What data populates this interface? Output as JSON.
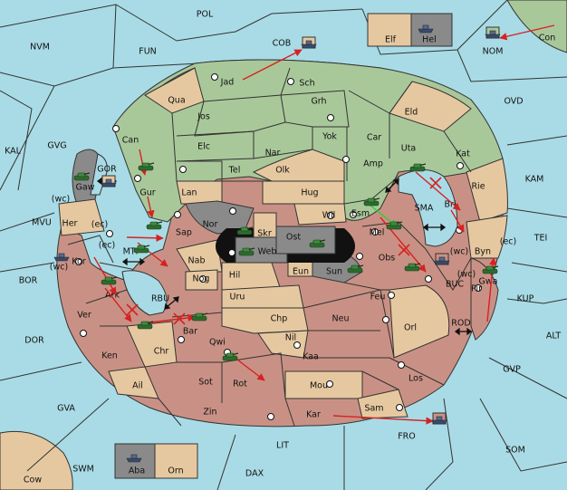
{
  "colors": {
    "sea": "#a9dbe6",
    "land_green": "#a9c89a",
    "land_tan": "#e6c8a0",
    "land_red": "#c99185",
    "neutral_gray": "#8a8a8a",
    "black_sea": "#111111",
    "move_arrow": "#d62222",
    "support_arrow": "#33cc33",
    "sc_dot": "#111111"
  },
  "icons": {
    "army": "tank-icon",
    "fleet": "ship-icon",
    "supply_center": "dot-icon",
    "convoy_route": "double-arrow-icon",
    "failed_order": "red-x-icon"
  },
  "labels": {
    "sea": {
      "pol": "POL",
      "nvm": "NVM",
      "fun": "FUN",
      "cob": "COB",
      "nom": "NOM",
      "con": "Con",
      "ovd": "OVD",
      "kal": "KAL",
      "gvg": "GVG",
      "gor": "GOR",
      "kam": "KAM",
      "sma": "SMA",
      "tei": "TEI",
      "mvu": "MVU",
      "bor": "BOR",
      "mti": "MTI",
      "kup": "KUP",
      "buc": "BUC",
      "rod": "ROD",
      "rbu": "RBU",
      "dor": "DOR",
      "alt": "ALT",
      "gvp": "GVP",
      "gva": "GVA",
      "fro": "FRO",
      "som": "SOM",
      "lit": "LIT",
      "swm": "SWM",
      "dax": "DAX",
      "cow": "Cow"
    },
    "coast_wc_1": "(wc)",
    "coast_wc_2": "(wc)",
    "coast_wc_3": "(wc)",
    "coast_wc_4": "(wc)",
    "coast_ec_1": "(ec)",
    "coast_ec_2": "(ec)",
    "coast_ec_3": "(ec)",
    "land": {
      "elf": "Elf",
      "hel": "Hel",
      "jad": "Jad",
      "sch": "Sch",
      "qua": "Qua",
      "jos": "Jos",
      "grh": "Grh",
      "eld": "Eld",
      "can": "Can",
      "yok": "Yok",
      "car": "Car",
      "uta": "Uta",
      "kat": "Kat",
      "elc": "Elc",
      "nar": "Nar",
      "amp": "Amp",
      "tel": "Tel",
      "olk": "Olk",
      "gaw": "Gaw",
      "gur": "Gur",
      "lan": "Lan",
      "hug": "Hug",
      "rie": "Rie",
      "bri": "Bri",
      "wil": "Wil",
      "esm": "Esm",
      "her": "Her",
      "nor": "Nor",
      "skr": "Skr",
      "ost": "Ost",
      "sap": "Sap",
      "web": "Web",
      "mel": "Mel",
      "byn": "Byn",
      "kor": "Kor",
      "nab": "Nab",
      "eun": "Eun",
      "obs": "Obs",
      "hil": "Hil",
      "sun": "Sun",
      "ark": "Ark",
      "nog": "Nog",
      "pir": "Pir",
      "gwa": "Gwa",
      "uru": "Uru",
      "feu": "Feu",
      "ver": "Ver",
      "chp": "Chp",
      "neu": "Neu",
      "orl": "Orl",
      "bar": "Bar",
      "nil": "Nil",
      "ken": "Ken",
      "chr": "Chr",
      "qwi": "Qwi",
      "kaa": "Kaa",
      "ail": "Ail",
      "sot": "Sot",
      "rot": "Rot",
      "mou": "Mou",
      "los": "Los",
      "zin": "Zin",
      "kar": "Kar",
      "sam": "Sam",
      "aba": "Aba",
      "orn": "Orn"
    }
  }
}
